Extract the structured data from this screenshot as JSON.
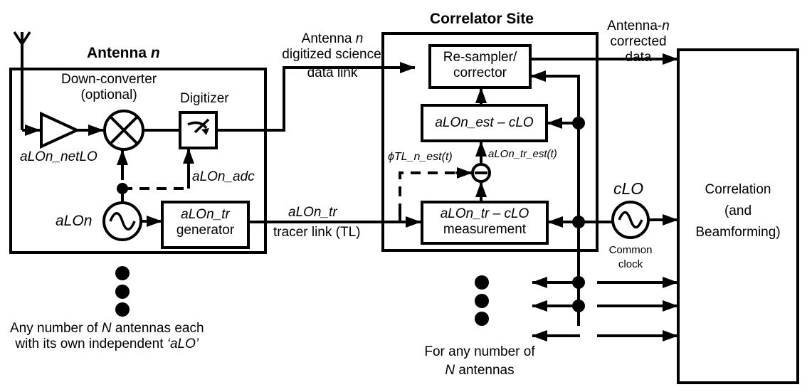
{
  "antenna_site": {
    "title": "Antenna",
    "title_var": "n",
    "downconverter_label_1": "Down-converter",
    "downconverter_label_2": "(optional)",
    "digitizer_label": "Digitizer",
    "netlo_label": "aLOn_netLO",
    "adc_label": "aLOn_adc",
    "oscillator_label": "aLOn",
    "tracer_generator_line1": "aLOn_tr",
    "tracer_generator_line2": "generator"
  },
  "science_link": {
    "line1": "Antenna",
    "line1_var": "n",
    "line2": "digitized science",
    "line3": "data link"
  },
  "tracer_link": {
    "signal": "aLOn_tr",
    "label": "tracer link (TL)"
  },
  "correlator_site": {
    "title": "Correlator Site",
    "resampler_line1": "Re-sampler/",
    "resampler_line2": "corrector",
    "est_box_label": "aLOn_est – cLO",
    "phase_label": "ϕTL_n_est(t)",
    "tr_est_label": "aLOn_tr_est(t)",
    "measurement_line1": "aLOn_tr – cLO",
    "measurement_line2": "measurement"
  },
  "output": {
    "line1": "Antenna-",
    "line1_var": "n",
    "line2": "corrected",
    "line3": "data"
  },
  "common_clock": {
    "oscillator_label": "cLO",
    "line1": "Common",
    "line2": "clock"
  },
  "correlation_block": {
    "line1": "Correlation",
    "line2": "(and",
    "line3": "Beamforming)"
  },
  "footnotes": {
    "antennas_line1_pre": "Any number of ",
    "antennas_line1_var": "N",
    "antennas_line1_post": " antennas each",
    "antennas_line2_pre": "with its own independent ",
    "antennas_line2_var": "‘aLO’",
    "correlator_line1": "For any number of",
    "correlator_line2_var": "N",
    "correlator_line2_post": " antennas"
  },
  "icons": {
    "antenna": "antenna-icon",
    "amplifier": "amplifier-triangle-icon",
    "mixer": "mixer-x-circle-icon",
    "digitizer": "adc-switch-icon",
    "oscillator": "sine-oscillator-icon",
    "subtractor": "minus-circle-icon",
    "ellipsis": "vertical-ellipsis-icon"
  }
}
